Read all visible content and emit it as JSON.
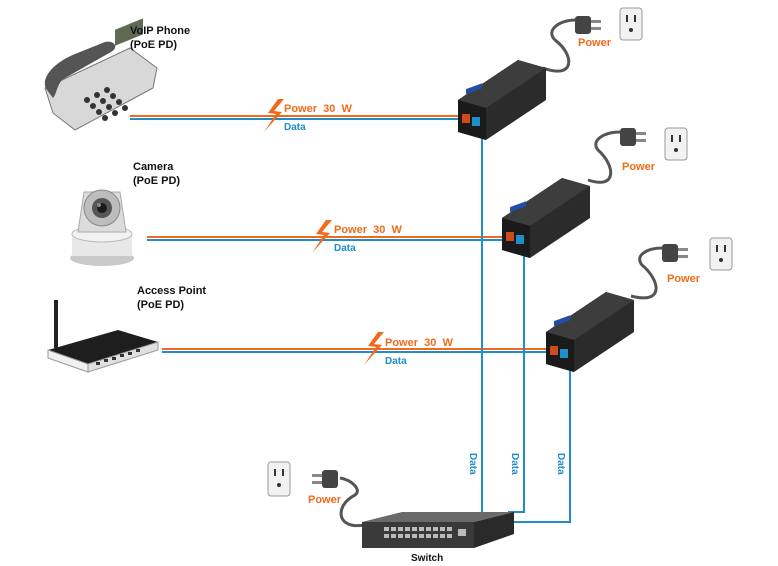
{
  "devices": {
    "phone": {
      "name": "VoIP Phone",
      "sub": "(PoE PD)"
    },
    "camera": {
      "name": "Camera",
      "sub": "(PoE PD)"
    },
    "ap": {
      "name": "Access Point",
      "sub": "(PoE PD)"
    }
  },
  "links": [
    {
      "power": "Power  30  W",
      "data": "Data"
    },
    {
      "power": "Power  30  W",
      "data": "Data"
    },
    {
      "power": "Power  30  W",
      "data": "Data"
    }
  ],
  "injector_power": [
    "Power",
    "Power",
    "Power"
  ],
  "uplink_data": [
    "Data",
    "Data",
    "Data"
  ],
  "switch": {
    "label": "Switch",
    "power": "Power"
  },
  "colors": {
    "power": "#f26a1b",
    "data": "#1f8ec9",
    "cable": "#555555"
  }
}
